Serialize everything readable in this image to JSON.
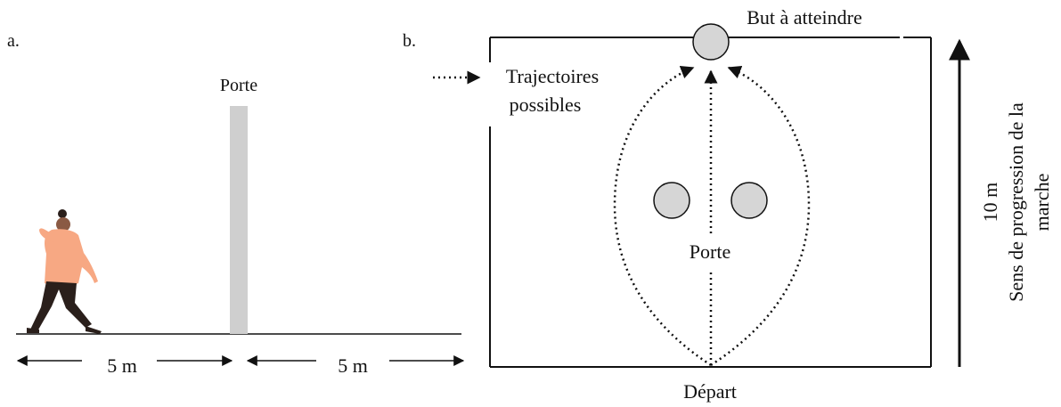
{
  "panel_a": {
    "label": "a.",
    "door_label": "Porte",
    "dist_left": "5 m",
    "dist_right": "5 m",
    "colors": {
      "door": "#cfcfcf",
      "walker_top": "#f7a883",
      "walker_pants": "#2a1f1b",
      "walker_skin": "#8a5a44"
    }
  },
  "panel_b": {
    "label": "b.",
    "goal_label": "But à atteindre",
    "legend_label_line1": "Trajectoires",
    "legend_label_line2": "possibles",
    "door_label": "Porte",
    "start_label": "Départ",
    "distance_label": "10 m",
    "direction_label_line1": "Sens de progression de la",
    "direction_label_line2": "marche",
    "colors": {
      "circle_fill": "#d6d6d6",
      "line": "#111111"
    }
  }
}
